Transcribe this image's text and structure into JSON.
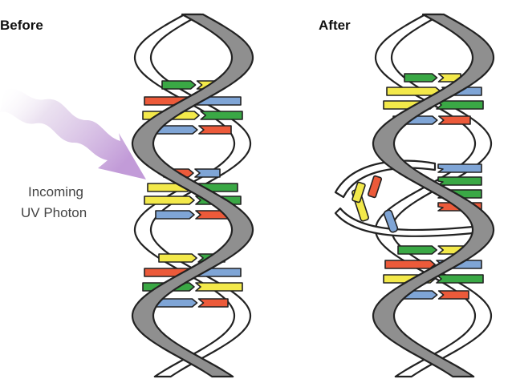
{
  "panels": {
    "before_title": "Before",
    "after_title": "After"
  },
  "photon": {
    "label_line1": "Incoming",
    "label_line2": "UV Photon"
  },
  "colors": {
    "green": "#3aa845",
    "yellow": "#f3e94a",
    "red": "#ec5a3a",
    "blue": "#7fa5d6",
    "backbone": "#8f8f8f",
    "photon": "#c7a6db"
  }
}
